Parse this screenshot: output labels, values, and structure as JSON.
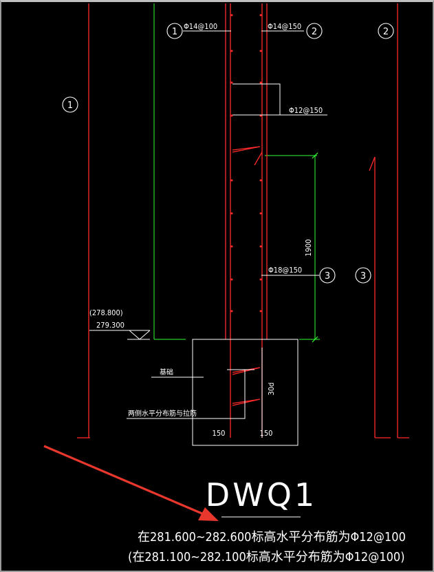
{
  "drawing": {
    "title": "DWQ1",
    "note_1": "在281.600~282.600标高水平分布筋为Φ12@100",
    "note_2": "(在281.100~282.100标高水平分布筋为Φ12@100)",
    "rebar": {
      "phi14_100": "Φ14@100",
      "phi14_150": "Φ14@150",
      "phi12_150": "Φ12@150",
      "phi18_150": "Φ18@150"
    },
    "markers": {
      "m1": "1",
      "m2": "2",
      "m3": "3"
    },
    "elevations": {
      "upper": "(278.800)",
      "lower": "279.300"
    },
    "dims": {
      "height": "1900",
      "anchor": "30d",
      "left_cover": "150",
      "right_cover": "150"
    },
    "labels": {
      "foundation": "基础",
      "both_sides": "两侧水平分布筋与拉筋"
    },
    "colors": {
      "background": "#000000",
      "wall_line": "#ff2a2a",
      "dimension_line": "#33ff33",
      "annotation": "#ffffff",
      "arrow": "#e8382e"
    }
  }
}
